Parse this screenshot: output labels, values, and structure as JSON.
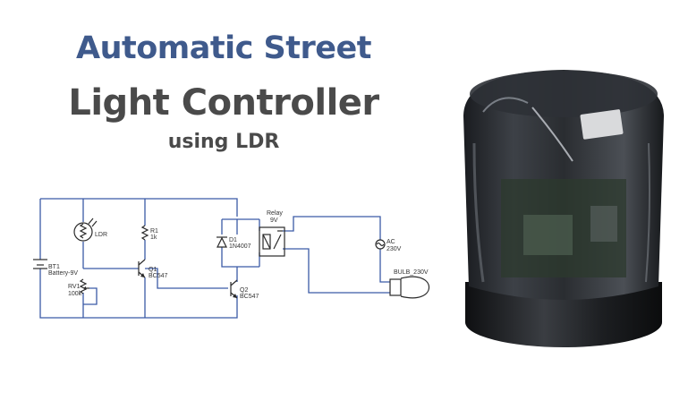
{
  "title": {
    "line1": "Automatic Street",
    "line2": "Light Controller",
    "line3": "using LDR"
  },
  "circuit": {
    "bt1": "BT1",
    "battery": "Battery-9V",
    "ldr": "LDR",
    "rv1": "RV1",
    "rv1_value": "100k",
    "r1": "R1",
    "r1_value": "1k",
    "q1": "Q1",
    "q1_part": "BC547",
    "d1": "D1",
    "d1_part": "1N4007",
    "q2": "Q2",
    "q2_part": "BC547",
    "relay": "Relay",
    "relay_value": "9V",
    "ac": "AC",
    "ac_value": "230V",
    "bulb": "BULB_230V"
  },
  "colors": {
    "title_blue": "#3f5a8c",
    "title_gray": "#4a4a4a",
    "wire": "#3b5aa6"
  }
}
